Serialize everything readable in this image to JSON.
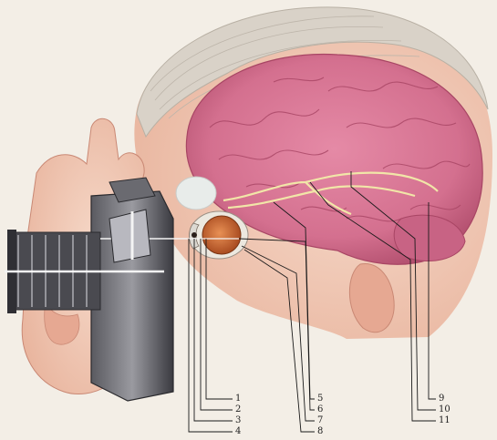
{
  "labels": [
    "1",
    "2",
    "3",
    "4",
    "5",
    "6",
    "7",
    "8",
    "9",
    "10",
    "11"
  ],
  "colors": {
    "paper": "#f3eee6",
    "brain": "#d4708f",
    "brain_shadow": "#b3506f",
    "hair": "#d9d2c8",
    "skin": "#f0c7b4",
    "camera_dark": "#3d3d42",
    "camera_mid": "#8a8a90",
    "eye_orange": "#c9612b",
    "nerve": "#f1e6a8",
    "leader": "#1a1a1a"
  },
  "icons": [
    "camera-illustration",
    "eye-illustration",
    "brain-illustration",
    "hand-illustration",
    "head-illustration"
  ]
}
